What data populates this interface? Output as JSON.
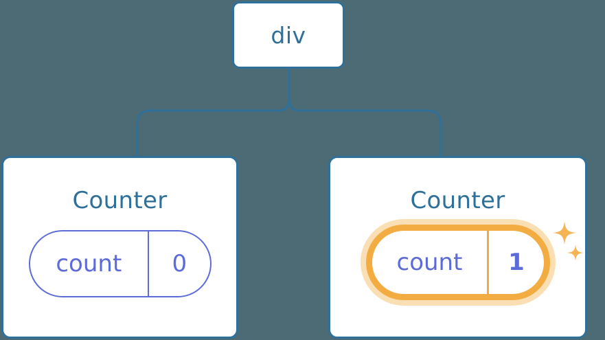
{
  "diagram": {
    "title": "React component tree with highlighted state update",
    "background_color": "#4C6B75",
    "accent_blue": "#2E7099",
    "accent_indigo": "#5C6BD8",
    "accent_orange": "#F3AC42",
    "accent_orange_glow": "#FBDFB4"
  },
  "root": {
    "label": "div"
  },
  "children": [
    {
      "title": "Counter",
      "state": {
        "key": "count",
        "value": "0"
      },
      "highlighted": false
    },
    {
      "title": "Counter",
      "state": {
        "key": "count",
        "value": "1"
      },
      "highlighted": true,
      "sparkle_icons": [
        "sparkle-large-icon",
        "sparkle-small-icon"
      ]
    }
  ]
}
